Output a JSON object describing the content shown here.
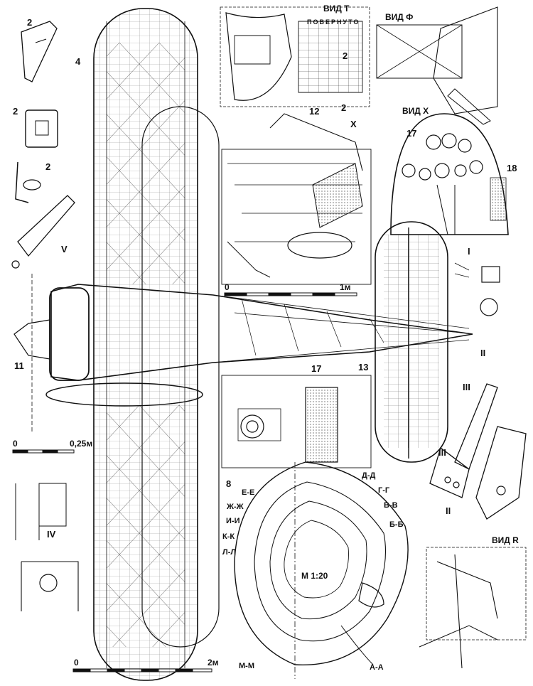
{
  "colors": {
    "ink": "#111111",
    "paper": "#ffffff",
    "hatch": "#333333"
  },
  "views": {
    "vid_t": "ВИД Т",
    "povernuto": "ПОВЕРНУТО",
    "vid_f": "ВИД Ф",
    "vid_x": "ВИД Х",
    "vid_r": "ВИД R"
  },
  "scales": {
    "cabin_scale": {
      "start": "0",
      "end": "1м"
    },
    "detail_scale": {
      "start": "0",
      "end": "0,25м"
    },
    "main_scale": {
      "start": "0",
      "end": "2м"
    },
    "sections_scale": "М 1:20"
  },
  "callouts": {
    "n2_a": "2",
    "n2_b": "2",
    "n2_c": "2",
    "n2_d": "2",
    "n2_e": "2",
    "n4": "4",
    "n11": "11",
    "n12": "12",
    "n13": "13",
    "n17_a": "17",
    "n17_b": "17",
    "n18": "18",
    "n8": "8",
    "x_mark": "Х",
    "v_mark": "V",
    "iv_mark": "IV",
    "i_mark": "I",
    "ii_mark": "II",
    "iii_mark": "III",
    "iii_mark_b": "III",
    "ii_mark_b": "II"
  },
  "sections": {
    "d": "Д-Д",
    "g": "Г-Г",
    "v": "В-В",
    "b": "Б-Б",
    "e": "Е-Е",
    "zh": "Ж-Ж",
    "i": "И-И",
    "k": "К-К",
    "l": "Л-Л",
    "m": "М-М",
    "a": "А-А"
  }
}
